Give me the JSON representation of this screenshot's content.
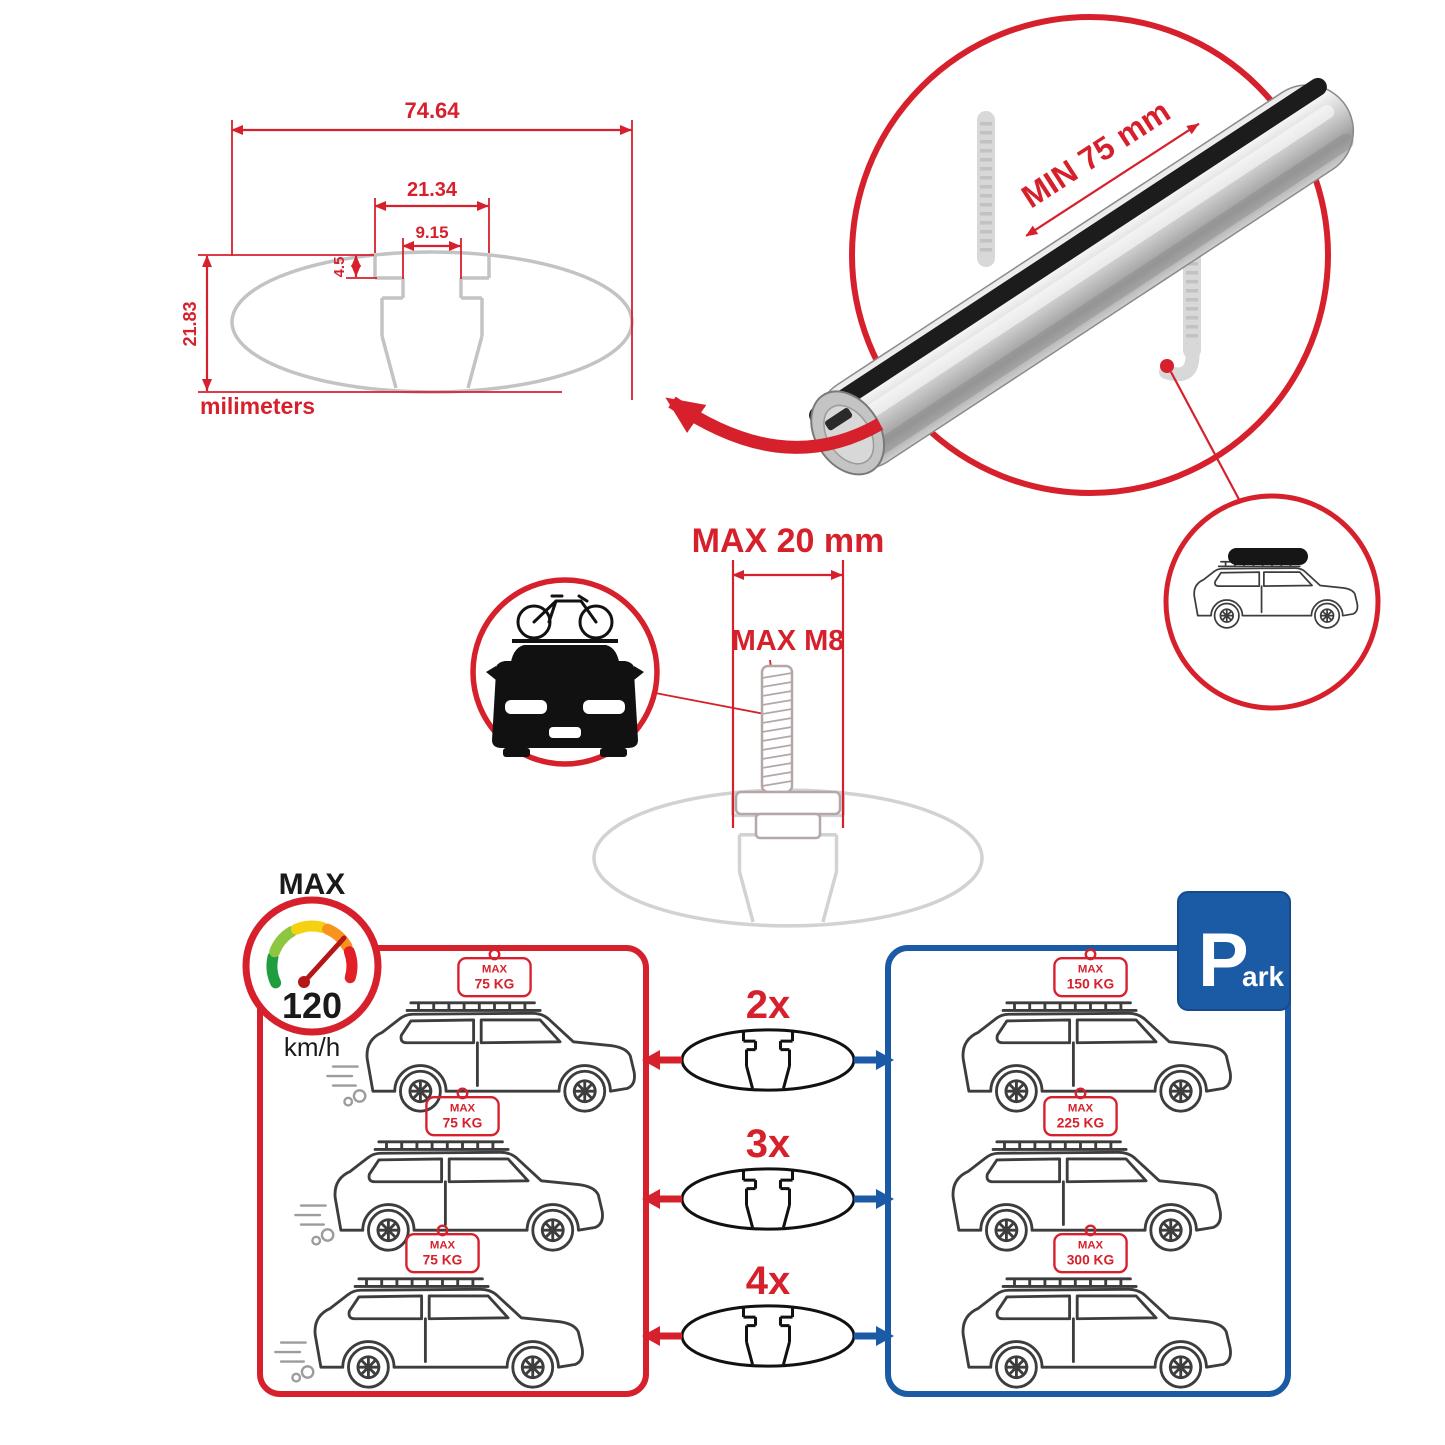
{
  "palette": {
    "red": "#d6212d",
    "blue": "#1b5aa5",
    "gray_light": "#c6c6c6",
    "ink": "#1a1a1a"
  },
  "dimensions": {
    "total_width": "74.64",
    "slot_outer_width": "21.34",
    "slot_inner_width": "9.15",
    "lip_depth": "4.5",
    "total_height": "21.83",
    "units": "milimeters"
  },
  "bar_detail": {
    "min_clamp_width": "MIN 75 mm"
  },
  "bolt": {
    "max_width": "MAX 20 mm",
    "max_thread": "MAX M8"
  },
  "speed_limit": {
    "label": "MAX",
    "value": "120",
    "unit": "km/h"
  },
  "park_sign": {
    "letter": "P",
    "suffix": "ark"
  },
  "rows": [
    {
      "multiplier": "2x",
      "left_load": {
        "label": "MAX",
        "value": "75 KG"
      },
      "right_load": {
        "label": "MAX",
        "value": "150 KG"
      }
    },
    {
      "multiplier": "3x",
      "left_load": {
        "label": "MAX",
        "value": "75 KG"
      },
      "right_load": {
        "label": "MAX",
        "value": "225 KG"
      }
    },
    {
      "multiplier": "4x",
      "left_load": {
        "label": "MAX",
        "value": "75 KG"
      },
      "right_load": {
        "label": "MAX",
        "value": "300 KG"
      }
    }
  ],
  "icons": {
    "gauge": "speedometer-gauge-icon",
    "profile": "crossbar-profile-icon",
    "car_side": "suv-side-icon",
    "car_front_bike": "car-front-with-bike-icon",
    "car_roofbox": "suv-with-roofbox-icon",
    "park": "parking-sign-icon"
  }
}
